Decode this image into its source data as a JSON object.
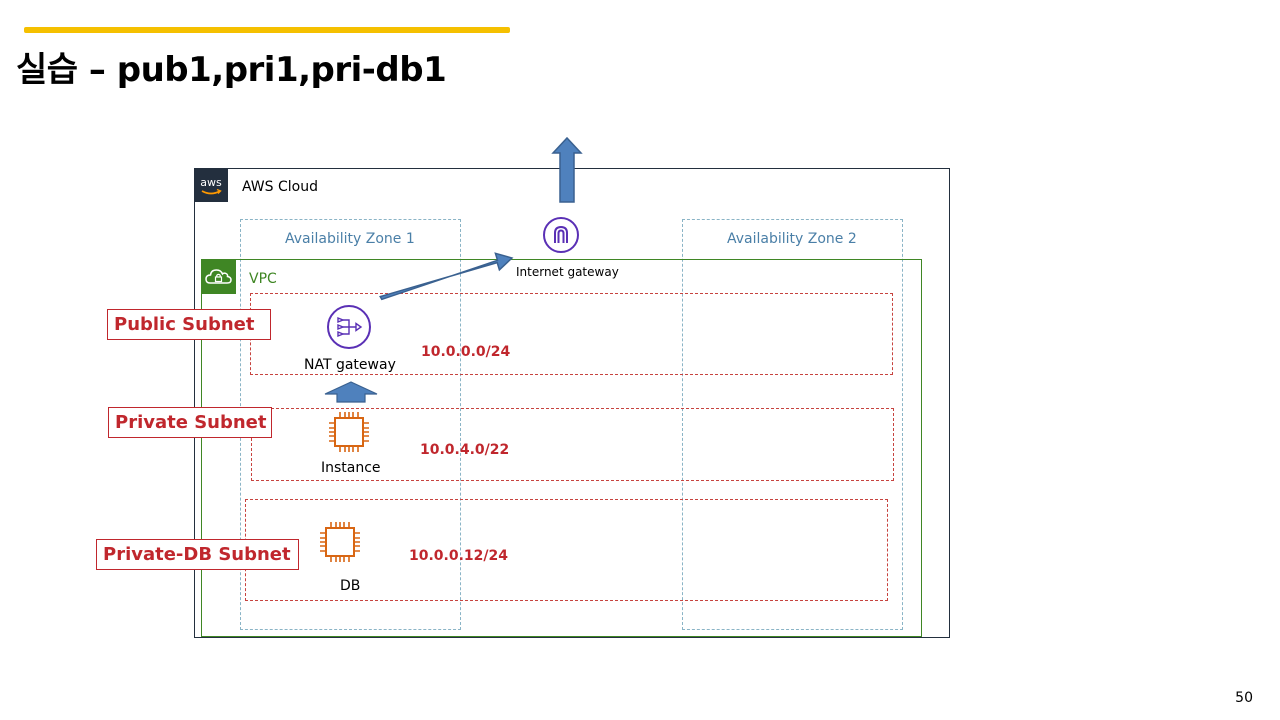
{
  "slide": {
    "title": "실습 – pub1,pri1,pri-db1",
    "page_number": "50"
  },
  "diagram": {
    "cloud_label": "AWS Cloud",
    "aws_logo_text": "aws",
    "az1_label": "Availability Zone 1",
    "az2_label": "Availability Zone 2",
    "vpc_label": "VPC",
    "subnets": [
      {
        "name": "Public Subnet",
        "cidr": "10.0.0.0/24"
      },
      {
        "name": "Private Subnet",
        "cidr": "10.0.4.0/22"
      },
      {
        "name": "Private-DB Subnet",
        "cidr": "10.0.0.12/24"
      }
    ],
    "resources": {
      "internet_gateway": "Internet gateway",
      "nat_gateway": "NAT gateway",
      "instance": "Instance",
      "db": "DB"
    }
  },
  "colors": {
    "accent": "#f5c000",
    "aws_dark": "#232f3e",
    "vpc_green": "#3f8624",
    "subnet_red": "#c0272d",
    "az_blue": "#4a7fa7",
    "compute_orange": "#d86613",
    "network_purple": "#5a30b5",
    "arrow_blue": "#4f81bd"
  }
}
